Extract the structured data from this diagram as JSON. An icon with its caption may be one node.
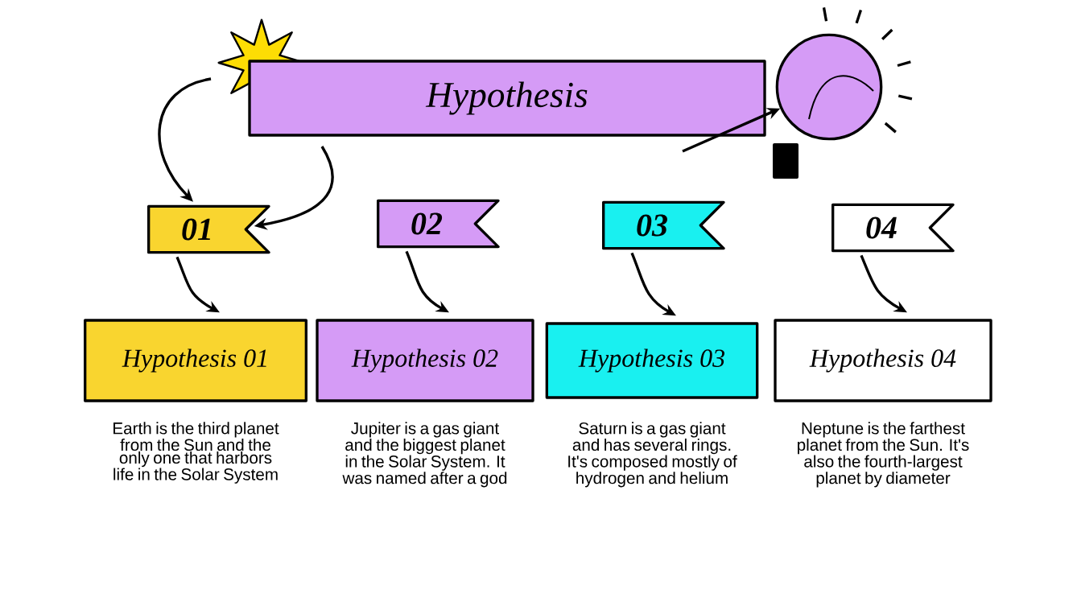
{
  "diagram": {
    "nodes": [
      {
        "text": [
          "Hypothesis"
        ]
      },
      {
        "text": [],
        "shape": "picture"
      },
      {
        "text": [
          "01"
        ]
      },
      {
        "text": [
          "02"
        ]
      },
      {
        "text": [
          "03"
        ]
      },
      {
        "text": [
          "04"
        ]
      },
      {
        "text": [
          "Hypothesis 01"
        ],
        "beside": [
          "Earth is the third planet from the Sun and the only one that harbors life in the Solar System"
        ]
      },
      {
        "text": [
          "Hypothesis 02"
        ],
        "beside": [
          "Jupiter is a gas giant and the biggest planet in the Solar System. It was named after a god"
        ]
      },
      {
        "text": [
          "Hypothesis 03"
        ],
        "beside": [
          "Saturn is a gas giant and has several rings. It's composed mostly of hydrogen and helium"
        ]
      },
      {
        "text": [
          "Hypothesis 04"
        ],
        "beside": [
          "Neptune is the farthest planet from the Sun. It's also the fourth-largest planet by diameter"
        ]
      }
    ],
    "edges": [
      {
        "from": 0,
        "to": 2,
        "arrow": "to"
      },
      {
        "from": 0,
        "to": 2,
        "arrow": "to"
      },
      {
        "from": null,
        "to": 1,
        "arrow": "to"
      },
      {
        "from": 2,
        "to": 6,
        "arrow": "to"
      },
      {
        "from": 3,
        "to": 7,
        "arrow": "to"
      },
      {
        "from": 4,
        "to": 8,
        "arrow": "to"
      },
      {
        "from": 5,
        "to": 9,
        "arrow": "to"
      }
    ]
  }
}
